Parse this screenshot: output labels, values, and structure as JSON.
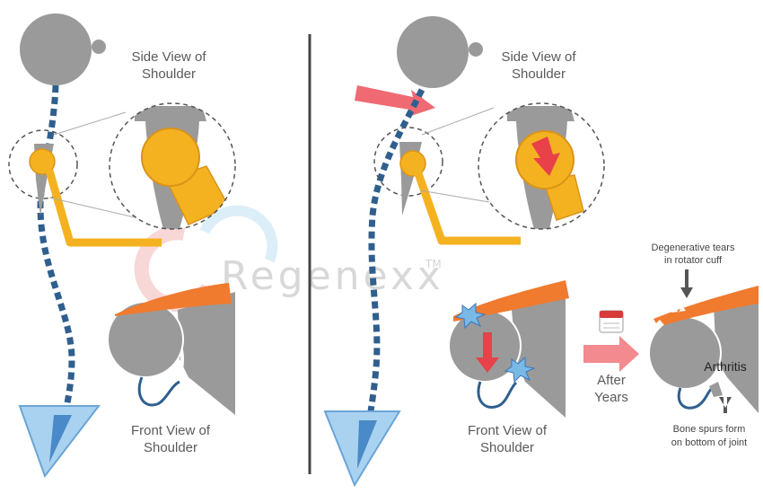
{
  "watermark": {
    "text": "Regenexx",
    "tm": "TM"
  },
  "left_panel": {
    "side_view_line1": "Side View of",
    "side_view_line2": "Shoulder",
    "front_view_line1": "Front View of",
    "front_view_line2": "Shoulder"
  },
  "right_panel": {
    "side_view_line1": "Side View of",
    "side_view_line2": "Shoulder",
    "front_view_line1": "Front View of",
    "front_view_line2": "Shoulder",
    "after_line1": "After",
    "after_line2": "Years",
    "tears_line1": "Degenerative tears",
    "tears_line2": "in rotator cuff",
    "arthritis": "Arthritis",
    "spurs_line1": "Bone spurs form",
    "spurs_line2": "on bottom of joint"
  },
  "colors": {
    "bone": "#9a9a9a",
    "humerus_yellow": "#f5b220",
    "tendon_orange": "#f07a2e",
    "force_arrow": "#e8414a",
    "plumb_line": "#2f5f8e",
    "triangle": "#9cc8ea",
    "divider": "#444444"
  }
}
